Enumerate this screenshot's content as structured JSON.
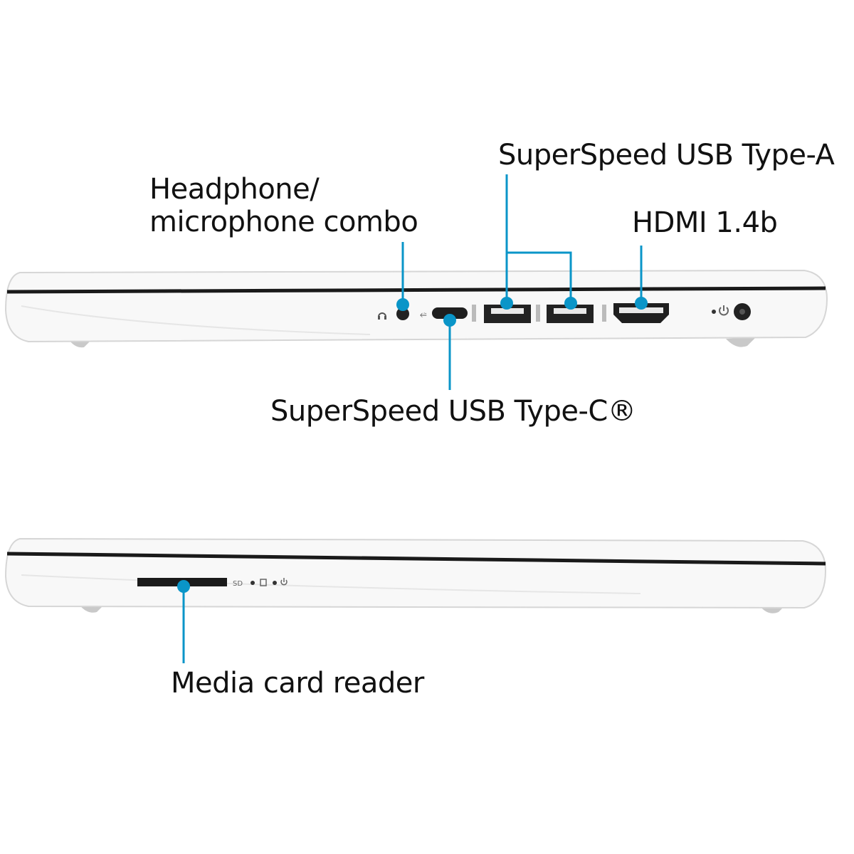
{
  "colors": {
    "callout": "#0a95c8",
    "laptop_body": "#f7f7f7",
    "laptop_outline": "#d8d8d8",
    "seam": "#1a1a1a",
    "port": "#2a2a2a"
  },
  "callouts": {
    "headphone_line1": "Headphone/",
    "headphone_line2": "microphone combo",
    "usb_a": "SuperSpeed USB Type-A",
    "hdmi": "HDMI 1.4b",
    "usb_c": "SuperSpeed USB Type-C®",
    "card_reader": "Media card reader"
  },
  "port_markings": {
    "sd": "SD"
  }
}
